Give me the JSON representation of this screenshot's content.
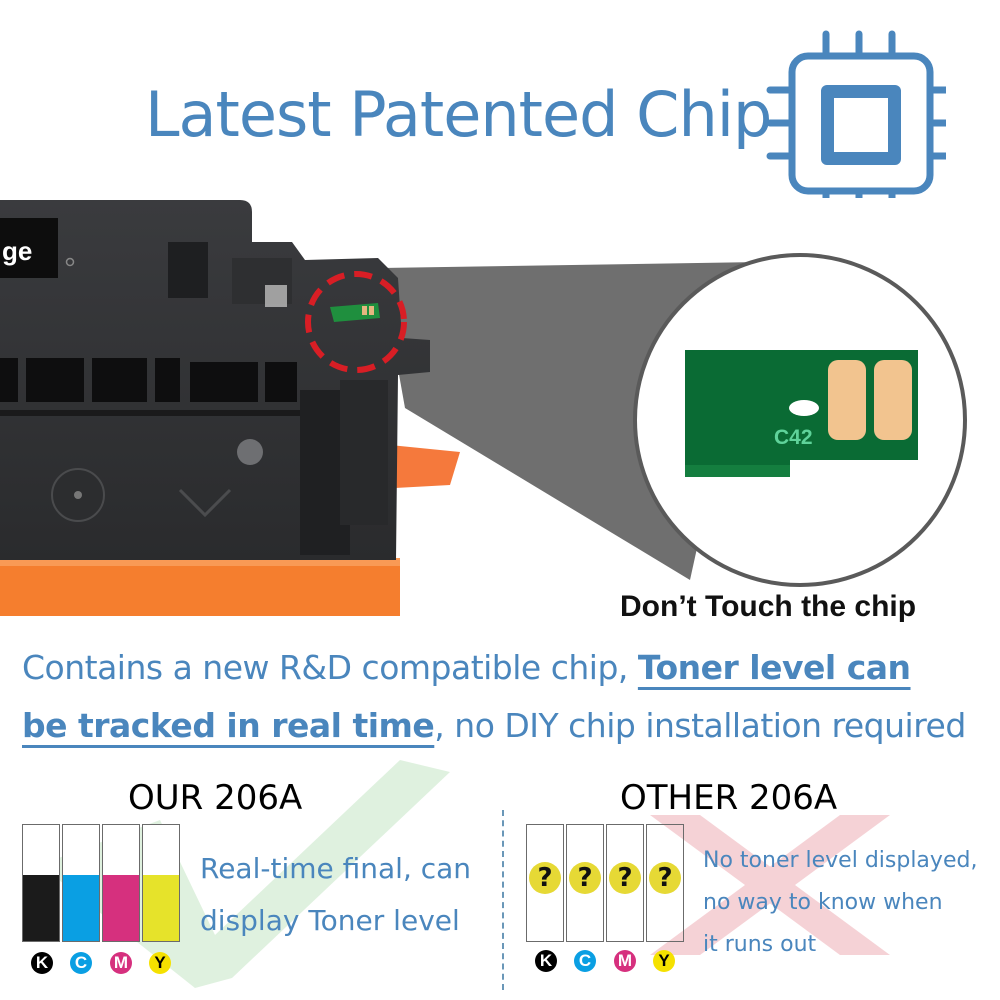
{
  "header": {
    "title": "Latest Patented Chip",
    "icon": "chip-icon",
    "accent_color": "#4a86bd"
  },
  "product_image": {
    "label_fragment": "ge",
    "chip_marker_color": "#d81e25",
    "tray_color": "#f57e2e",
    "magnifier": {
      "chip_code": "C42",
      "chip_color": "#0a6b34",
      "contact_color": "#f2c48f",
      "caption": "Don’t Touch the chip"
    }
  },
  "description": {
    "part1": "Contains a new R&D compatible chip, ",
    "highlight1": "Toner level can",
    "highlight2": "be tracked in real time",
    "part2": ", no DIY chip installation required"
  },
  "comparison": {
    "ours": {
      "title": "OUR 206A",
      "text_line1": "Real-time final, can",
      "text_line2": "display Toner level",
      "mark": "check",
      "bars": [
        {
          "key": "K",
          "color": "#1b1b1b"
        },
        {
          "key": "C",
          "color": "#0a9fe3"
        },
        {
          "key": "M",
          "color": "#d6307e"
        },
        {
          "key": "Y",
          "color": "#e6e32a"
        }
      ]
    },
    "other": {
      "title": "OTHER 206A",
      "text_line1": "No toner level displayed,",
      "text_line2": "no way to know when",
      "text_line3": "it runs out",
      "mark": "cross",
      "unknown_symbol": "?",
      "bars": [
        {
          "key": "K",
          "color": "#000000"
        },
        {
          "key": "C",
          "color": "#0a9fe3"
        },
        {
          "key": "M",
          "color": "#d6307e"
        },
        {
          "key": "Y",
          "color": "#f5e100"
        }
      ]
    }
  }
}
